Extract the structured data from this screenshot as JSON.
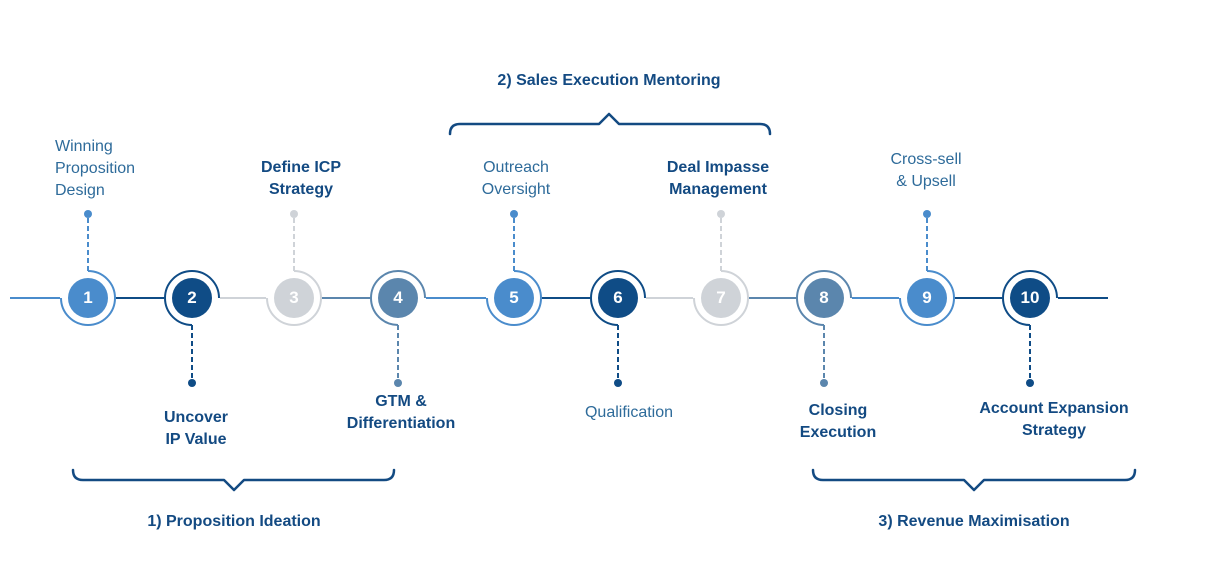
{
  "colors": {
    "light_blue": "#4a8ccc",
    "dark_blue": "#0f4c86",
    "grey": "#cfd3d8",
    "slate": "#5b86ad",
    "label_dark": "#134a82",
    "label_normal": "#2e6b9a"
  },
  "groups": [
    {
      "label": "1) Proposition Ideation"
    },
    {
      "label": "2) Sales Execution Mentoring"
    },
    {
      "label": "3) Revenue Maximisation"
    }
  ],
  "steps": [
    {
      "number": "1",
      "color": "#4a8ccc",
      "label_position": "above",
      "label_style": "normal",
      "label_lines": [
        "Winning",
        "Proposition",
        "Design"
      ]
    },
    {
      "number": "2",
      "color": "#0f4c86",
      "label_position": "below",
      "label_style": "bold",
      "label_lines": [
        "Uncover",
        "IP Value"
      ]
    },
    {
      "number": "3",
      "color": "#cfd3d8",
      "label_position": "above",
      "label_style": "bold",
      "label_lines": [
        "Define ICP",
        "Strategy"
      ]
    },
    {
      "number": "4",
      "color": "#5b86ad",
      "label_position": "below",
      "label_style": "bold",
      "label_lines": [
        "GTM &",
        "Differentiation"
      ]
    },
    {
      "number": "5",
      "color": "#4a8ccc",
      "label_position": "above",
      "label_style": "normal",
      "label_lines": [
        "Outreach",
        "Oversight"
      ]
    },
    {
      "number": "6",
      "color": "#0f4c86",
      "label_position": "below",
      "label_style": "normal",
      "label_lines": [
        "Qualification"
      ]
    },
    {
      "number": "7",
      "color": "#cfd3d8",
      "label_position": "above",
      "label_style": "bold",
      "label_lines": [
        "Deal Impasse",
        "Management"
      ]
    },
    {
      "number": "8",
      "color": "#5b86ad",
      "label_position": "below",
      "label_style": "bold",
      "label_lines": [
        "Closing",
        "Execution"
      ]
    },
    {
      "number": "9",
      "color": "#4a8ccc",
      "label_position": "above",
      "label_style": "normal",
      "label_lines": [
        "Cross-sell",
        "& Upsell"
      ]
    },
    {
      "number": "10",
      "color": "#0f4c86",
      "label_position": "below",
      "label_style": "bold",
      "label_lines": [
        "Account Expansion",
        "Strategy"
      ]
    }
  ]
}
